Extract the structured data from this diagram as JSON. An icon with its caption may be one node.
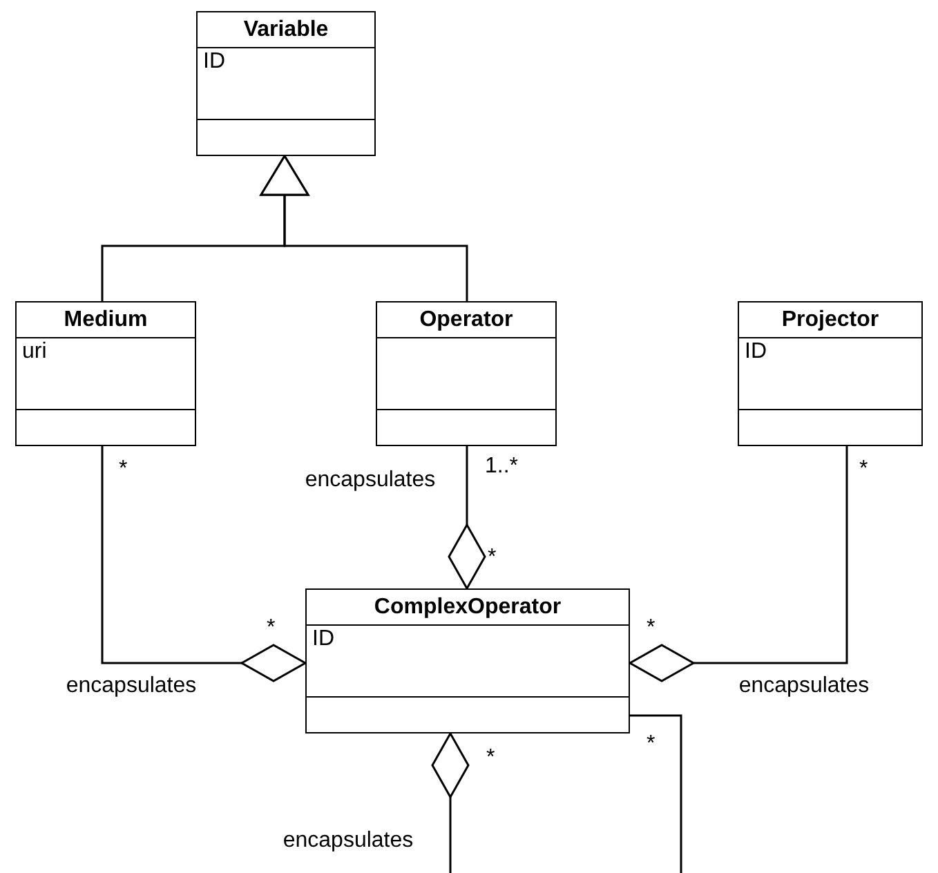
{
  "diagram": {
    "nodes": [
      {
        "text": [
          "Variable",
          "ID"
        ]
      },
      {
        "text": [
          "Medium",
          "uri"
        ]
      },
      {
        "text": [
          "Operator"
        ]
      },
      {
        "text": [
          "Projector",
          "ID"
        ]
      },
      {
        "text": [
          "ComplexOperator",
          "ID"
        ]
      }
    ],
    "edges": [
      {
        "from": 1,
        "to": 0,
        "arrow": "to"
      },
      {
        "from": 2,
        "to": 0,
        "arrow": "to"
      },
      {
        "from": 2,
        "to": 4,
        "arrow": "other",
        "label": "encapsulates"
      },
      {
        "from": 1,
        "to": 4,
        "arrow": "other",
        "label": "encapsulates"
      },
      {
        "from": 3,
        "to": 4,
        "arrow": "other",
        "label": "encapsulates"
      },
      {
        "from": null,
        "to": 4,
        "arrow": "other",
        "label": "encapsulates"
      },
      {
        "from": 4,
        "to": null,
        "arrow": "none"
      }
    ],
    "labels": [
      "*",
      "1..*",
      "*",
      "*",
      "*",
      "*",
      "*",
      "*"
    ]
  }
}
